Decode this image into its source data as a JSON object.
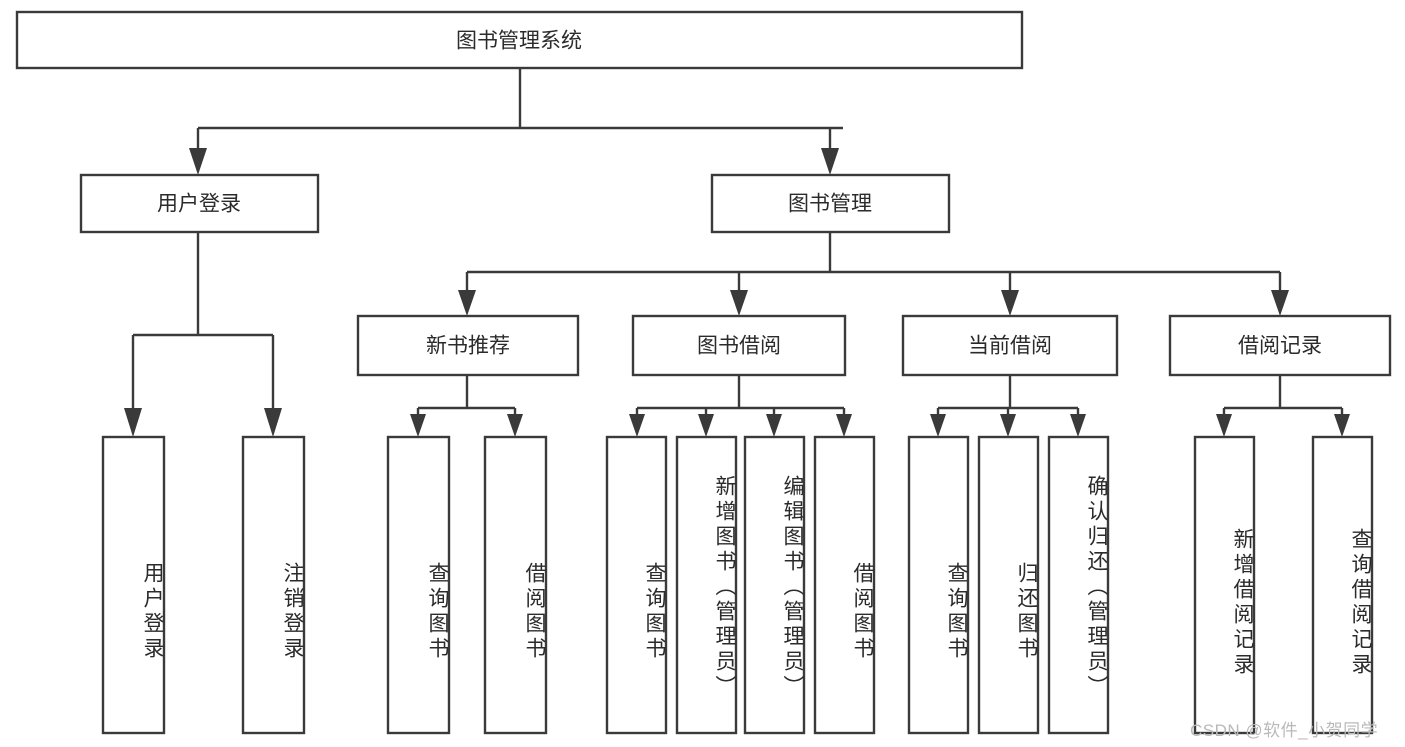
{
  "diagram": {
    "type": "tree",
    "title": "图书管理系统",
    "watermark": "CSDN @软件_小贺同学",
    "colors": {
      "box_stroke": "#3a3a3a",
      "box_fill": "#ffffff",
      "text": "#2b2b2b",
      "watermark": "#b9b9b9",
      "background": "#ffffff"
    },
    "levels": {
      "root": "图书管理系统",
      "level2": [
        "用户登录",
        "图书管理"
      ],
      "level3": [
        "新书推荐",
        "图书借阅",
        "当前借阅",
        "借阅记录"
      ]
    },
    "nodes": {
      "root": {
        "label": "图书管理系统"
      },
      "user_login": {
        "label": "用户登录"
      },
      "book_manage": {
        "label": "图书管理"
      },
      "new_book_rec": {
        "label": "新书推荐"
      },
      "book_borrow": {
        "label": "图书借阅"
      },
      "current_borrow": {
        "label": "当前借阅"
      },
      "borrow_record": {
        "label": "借阅记录"
      }
    },
    "leaves": [
      {
        "id": "leaf-user-login",
        "parent": "用户登录",
        "label": "用户登录"
      },
      {
        "id": "leaf-user-logout",
        "parent": "用户登录",
        "label": "注销登录"
      },
      {
        "id": "leaf-rec-query",
        "parent": "新书推荐",
        "label": "查询图书"
      },
      {
        "id": "leaf-rec-borrow",
        "parent": "新书推荐",
        "label": "借阅图书"
      },
      {
        "id": "leaf-borrow-query",
        "parent": "图书借阅",
        "label": "查询图书"
      },
      {
        "id": "leaf-borrow-add",
        "parent": "图书借阅",
        "label": "新增图书（管理员）"
      },
      {
        "id": "leaf-borrow-edit",
        "parent": "图书借阅",
        "label": "编辑图书（管理员）"
      },
      {
        "id": "leaf-borrow-lend",
        "parent": "图书借阅",
        "label": "借阅图书"
      },
      {
        "id": "leaf-current-query",
        "parent": "当前借阅",
        "label": "查询图书"
      },
      {
        "id": "leaf-current-return",
        "parent": "当前借阅",
        "label": "归还图书"
      },
      {
        "id": "leaf-current-confirm",
        "parent": "当前借阅",
        "label": "确认归还（管理员）"
      },
      {
        "id": "leaf-record-add",
        "parent": "借阅记录",
        "label": "新增借阅记录"
      },
      {
        "id": "leaf-record-query",
        "parent": "借阅记录",
        "label": "查询借阅记录"
      }
    ]
  }
}
